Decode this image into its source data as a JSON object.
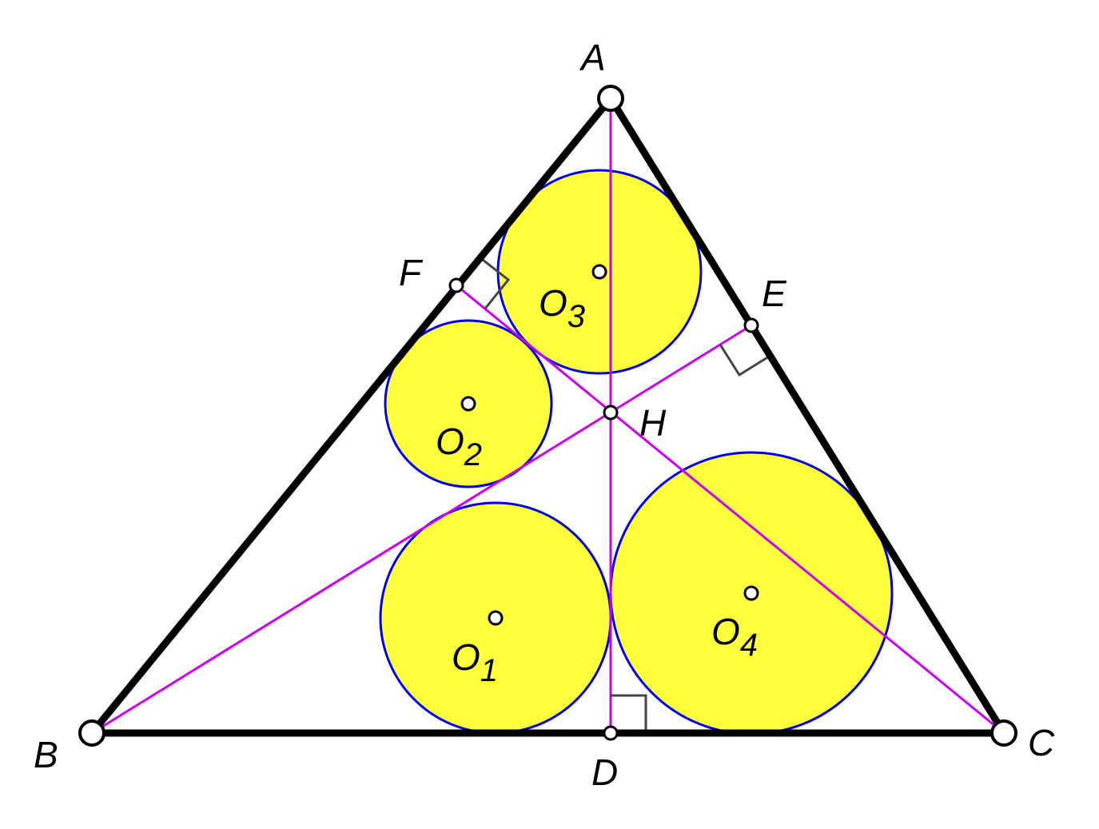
{
  "labels": {
    "A": "A",
    "B": "B",
    "C": "C",
    "D": "D",
    "E": "E",
    "F": "F",
    "H": "H",
    "O1": "O",
    "O1_sub": "1",
    "O2": "O",
    "O2_sub": "2",
    "O3": "O",
    "O3_sub": "3",
    "O4": "O",
    "O4_sub": "4"
  },
  "colors": {
    "sides": "#000000",
    "altitudes": "#cc00ee",
    "circle_fill": "#ffff3c",
    "circle_stroke": "#0000ee",
    "right_angle_marks": "#444444"
  }
}
